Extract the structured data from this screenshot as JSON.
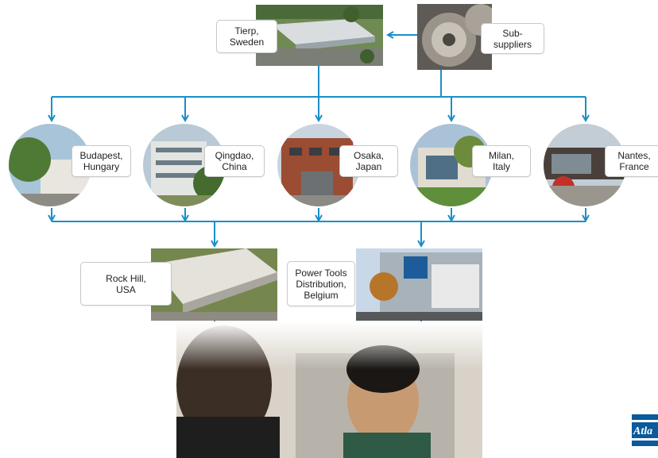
{
  "diagram": {
    "nodes": {
      "tierp": {
        "label": "Tierp,\nSweden"
      },
      "subsuppliers": {
        "label": "Sub-\nsuppliers"
      },
      "budapest": {
        "label": "Budapest,\nHungary"
      },
      "qingdao": {
        "label": "Qingdao,\nChina"
      },
      "osaka": {
        "label": "Osaka,\nJapan"
      },
      "milan": {
        "label": "Milan,\nItaly"
      },
      "nantes": {
        "label": "Nantes,\nFrance"
      },
      "rockhill": {
        "label": "Rock Hill,\nUSA"
      },
      "belgium": {
        "label": "Power Tools\nDistribution,\nBelgium"
      }
    },
    "flows": [
      {
        "from": "subsuppliers",
        "to": "tierp"
      },
      {
        "from": "tierp",
        "to": "budapest"
      },
      {
        "from": "tierp",
        "to": "qingdao"
      },
      {
        "from": "tierp",
        "to": "osaka"
      },
      {
        "from": "tierp",
        "to": "milan"
      },
      {
        "from": "tierp",
        "to": "nantes"
      },
      {
        "from": "subsuppliers",
        "to": "budapest"
      },
      {
        "from": "subsuppliers",
        "to": "nantes"
      },
      {
        "from": "budapest",
        "to": "rockhill"
      },
      {
        "from": "nantes",
        "to": "belgium"
      },
      {
        "from": "rockhill",
        "to": "customers"
      },
      {
        "from": "belgium",
        "to": "customers"
      }
    ],
    "arrow_color": "#1a8fc9"
  },
  "logo": {
    "text": "Atlas Copco",
    "color": "#0a5a9c"
  }
}
